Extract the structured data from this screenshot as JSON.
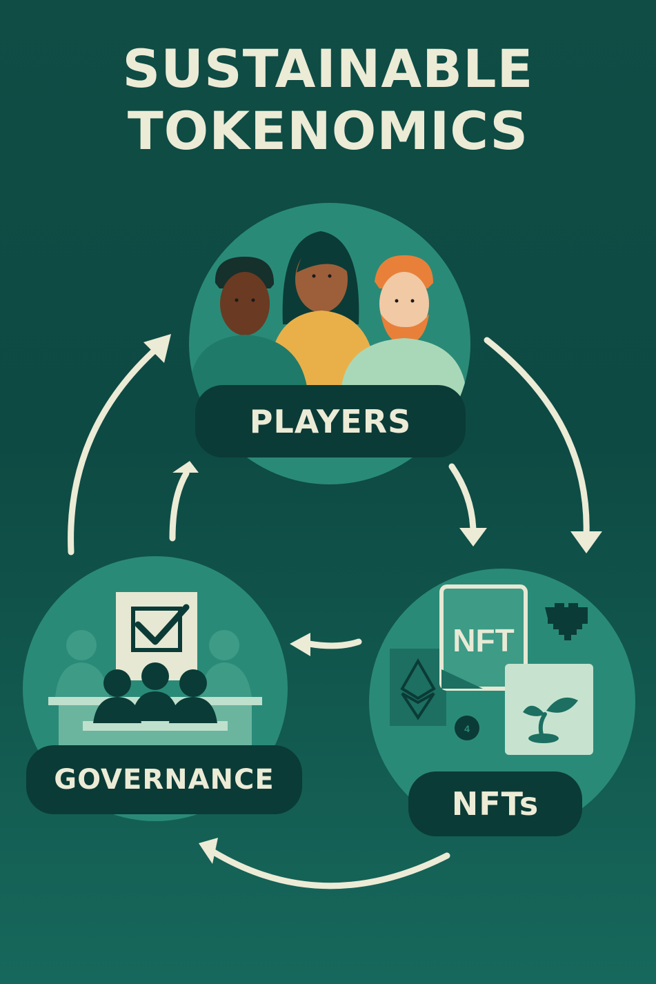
{
  "title": {
    "line1": "SUSTAINABLE",
    "line2": "TOKENOMICS"
  },
  "nodes": {
    "players": {
      "label": "PLAYERS",
      "icon": "players-icon"
    },
    "governance": {
      "label": "GOVERNANCE",
      "icon": "ballot-voting-icon"
    },
    "nfts": {
      "label": "NFTs",
      "icon": "nft-assets-icon",
      "card_text": "NFT"
    }
  },
  "colors": {
    "background": "#0f4d45",
    "circle": "#2a8a78",
    "label_pill": "#0b3b36",
    "text": "#ecebd6",
    "arrow": "#ecebd6"
  }
}
